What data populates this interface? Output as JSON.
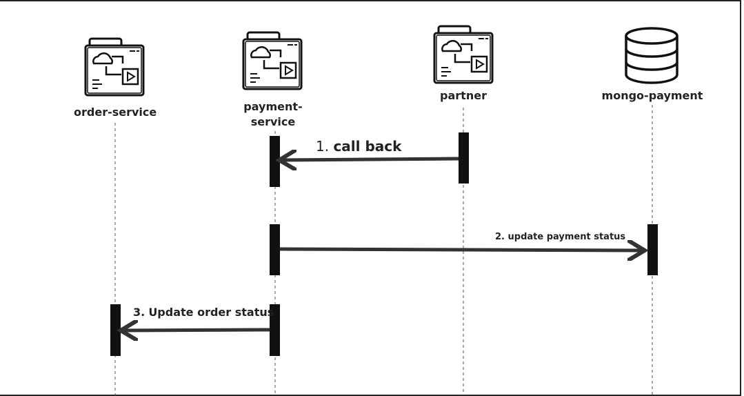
{
  "participants": [
    {
      "id": "order-service",
      "label": "order-service",
      "icon": "service-window-icon"
    },
    {
      "id": "payment-service",
      "label": "payment-\nservice",
      "icon": "service-window-icon"
    },
    {
      "id": "partner",
      "label": "partner",
      "icon": "service-window-icon"
    },
    {
      "id": "mongo-payment",
      "label": "mongo-payment",
      "icon": "database-icon"
    }
  ],
  "messages": [
    {
      "number": "1.",
      "text": "call back",
      "from": "partner",
      "to": "payment-service"
    },
    {
      "number": "2.",
      "text": "update payment status",
      "from": "payment-service",
      "to": "mongo-payment"
    },
    {
      "number": "3.",
      "text": "Update order status",
      "from": "payment-service",
      "to": "order-service"
    }
  ],
  "colors": {
    "line": "#333333",
    "activation": "#111111"
  }
}
